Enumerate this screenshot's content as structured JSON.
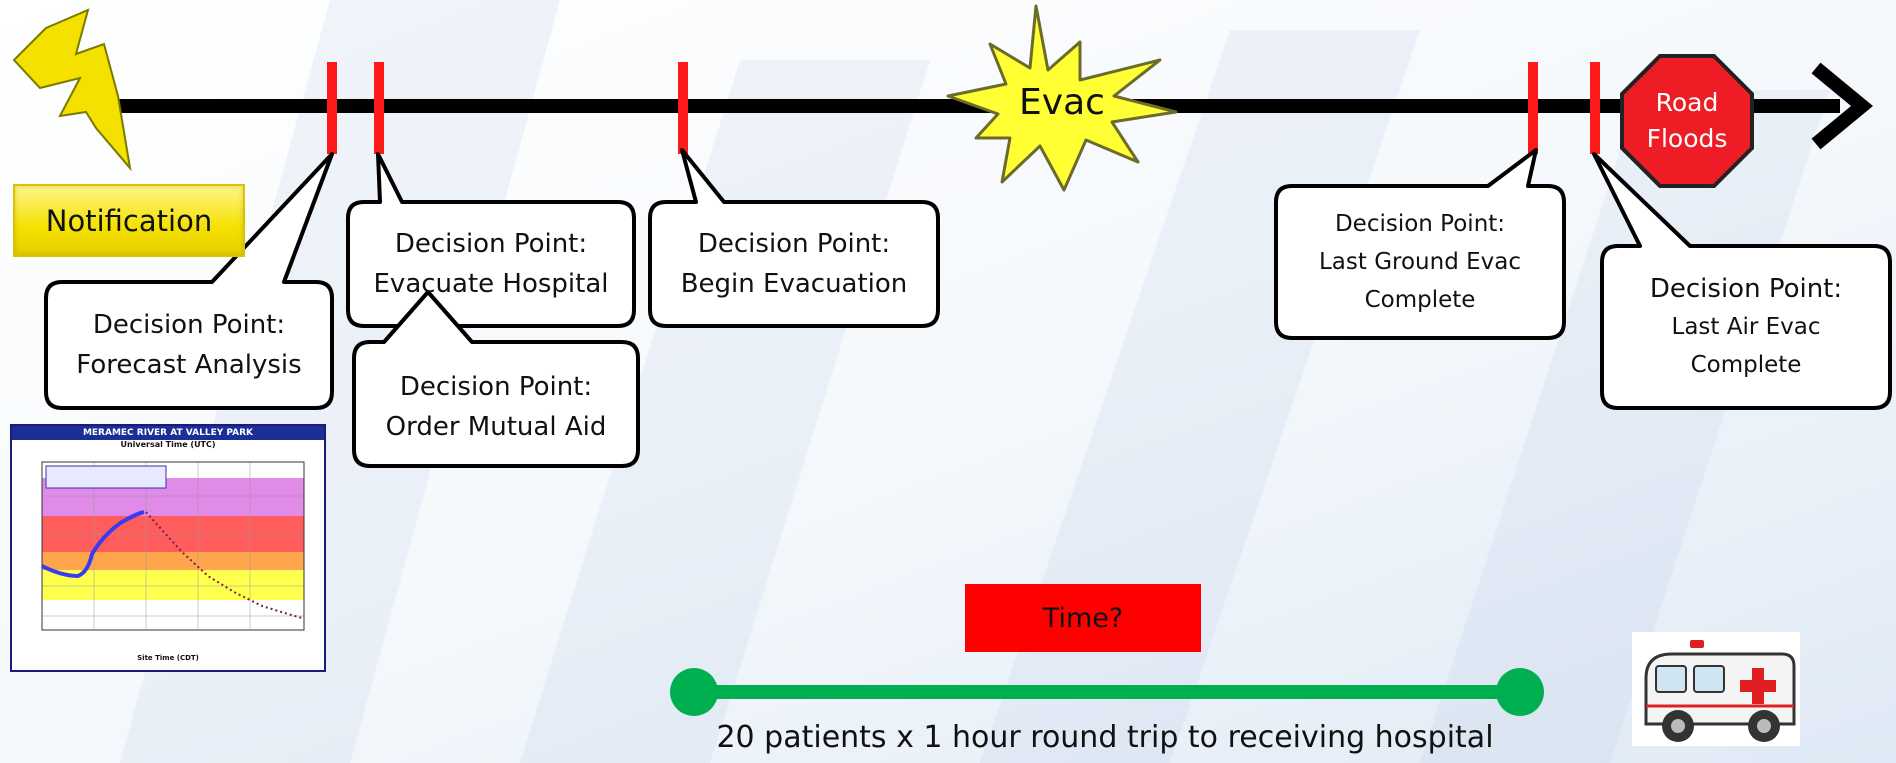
{
  "notification": {
    "label": "Notification"
  },
  "callouts": {
    "forecast": {
      "line1": "Decision Point:",
      "line2": "Forecast Analysis"
    },
    "evacuate_hospital": {
      "line1": "Decision Point:",
      "line2": "Evacuate Hospital"
    },
    "mutual_aid": {
      "line1": "Decision Point:",
      "line2": "Order Mutual Aid"
    },
    "begin_evac": {
      "line1": "Decision Point:",
      "line2": "Begin Evacuation"
    },
    "last_ground": {
      "line1": "Decision Point:",
      "line2": "Last Ground Evac",
      "line3": "Complete"
    },
    "last_air": {
      "line1": "Decision Point:",
      "line2": "Last Air Evac",
      "line3": "Complete"
    }
  },
  "evac_burst": {
    "label": "Evac"
  },
  "stop_sign": {
    "line1": "Road",
    "line2": "Floods"
  },
  "time_box": {
    "label": "Time?"
  },
  "caption": "20 patients x 1 hour round trip to receiving hospital",
  "hydrograph": {
    "title": "MERAMEC RIVER AT VALLEY PARK",
    "subtitle": "Universal Time (UTC)",
    "footer": "Site Time (CDT)"
  },
  "colors": {
    "timeline": "#000000",
    "tick": "#ff1a1a",
    "time_box": "#ff0000",
    "duration_bar": "#00b050",
    "burst": "#ffff33",
    "stop_sign": "#ee1c24",
    "notification": "#f5e100"
  },
  "icons": [
    "lightning-icon",
    "ambulance-icon",
    "stop-sign-icon",
    "explosion-burst-icon"
  ]
}
